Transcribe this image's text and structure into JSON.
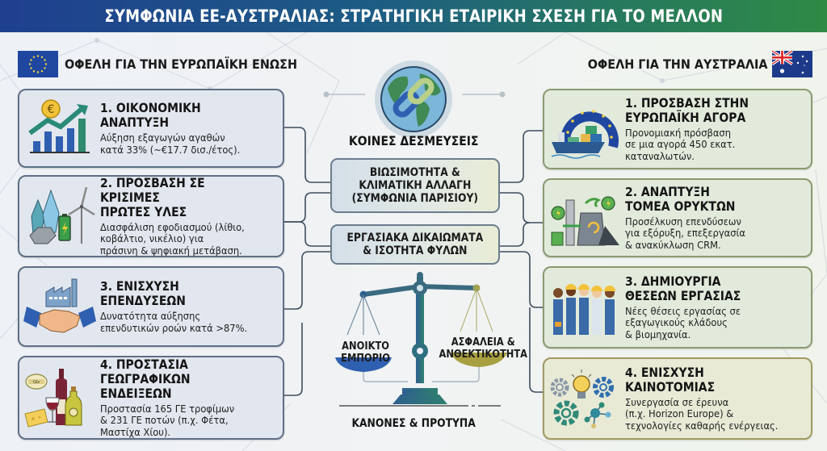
{
  "title": "ΣΥΜΦΩΝΙΑ ΕΕ-ΑΥΣΤΡΑΛΙΑΣ: ΣΤΡΑΤΗΓΙΚΗ ΕΤΑΙΡΙΚΗ ΣΧΕΣΗ ΓΙΑ ΤΟ ΜΕΛΛΟΝ",
  "colors": {
    "title_gradient_start": "#1f3f8f",
    "title_gradient_end": "#2f8a45",
    "eu_blue": "#1f47a0",
    "eu_card_bg": "#e2e7ef",
    "au_card_bg": "#e2eadc",
    "connector": "#3e4e5e"
  },
  "eu_side": {
    "heading": "ΟΦΕΛΗ ΓΙΑ ΤΗΝ ΕΥΡΩΠΑΪΚΗ ΕΝΩΣΗ",
    "flag_icon": "eu-flag-icon",
    "items": [
      {
        "icon": "euro-growth-chart-icon",
        "title": "1. ΟΙΚΟΝΟΜΙΚΗ ΑΝΑΠΤΥΞΗ",
        "description": "Αύξηση εξαγωγών αγαθών\nκατά 33% (~€17.7 δισ./έτος)."
      },
      {
        "icon": "crystals-wind-battery-icon",
        "title": "2. ΠΡΟΣΒΑΣΗ ΣΕ ΚΡΙΣΙΜΕΣ\n   ΠΡΩΤΕΣ ΥΛΕΣ",
        "description": "Διασφάλιση εφοδιασμού (λίθιο,\nκοβάλτιο, νικέλιο) για\nπράσινη & ψηφιακή μετάβαση."
      },
      {
        "icon": "factory-handshake-icon",
        "title": "3. ΕΝΙΣΧΥΣΗ ΕΠΕΝΔΥΣΕΩΝ",
        "description": "Δυνατότητα αύξησης\nεπενδυτικών ροών κατά >87%."
      },
      {
        "icon": "wine-cheese-oil-gi-icon",
        "title": "4. ΠΡΟΣΤΑΣΙΑ ΓΕΩΓΡΑΦΙΚΩΝ\n   ΕΝΔΕΙΞΕΩΝ",
        "description": "Προστασία 165 ΓΕ τροφίμων\n& 231 ΓΕ ποτών (π.χ. Φέτα,\nΜαστίχα Χίου).",
        "badge": "GIs"
      }
    ]
  },
  "au_side": {
    "heading": "ΟΦΕΛΗ ΓΙΑ ΤΗΝ ΑΥΣΤΡΑΛΙΑ",
    "flag_icon": "australia-flag-icon",
    "items": [
      {
        "icon": "cargo-ship-eu-arch-icon",
        "title": "1. ΠΡΟΣΒΑΣΗ ΣΤΗΝ\n   ΕΥΡΩΠΑΪΚΗ ΑΓΟΡΑ",
        "description": "Προνομιακή πρόσβαση\nσε μια αγορά 450 εκατ.\nκαταναλωτών."
      },
      {
        "icon": "green-industry-plant-icon",
        "title": "2. ΑΝΑΠΤΥΞΗ\n   ΤΟΜΕΑ ΟΡΥΚΤΩΝ",
        "description": "Προσέλκυση επενδύσεων\nγια εξόρυξη, επεξεργασία\n& ανακύκλωση CRM."
      },
      {
        "icon": "workers-group-icon",
        "title": "3. ΔΗΜΙΟΥΡΓΙΑ\n   ΘΕΣΕΩΝ ΕΡΓΑΣΙΑΣ",
        "description": "Νέες θέσεις εργασίας σε\nεξαγωγικούς κλάδους\n& βιομηχανία."
      },
      {
        "icon": "gears-lightbulb-molecule-icon",
        "title": "4. ΕΝΙΣΧΥΣΗ\n   ΚΑΙΝΟΤΟΜΙΑΣ",
        "description": "Συνεργασία σε έρευνα\n(π.χ. Horizon Europe) &\nτεχνολογίες καθαρής ενέργειας."
      }
    ]
  },
  "center": {
    "icon": "globe-chain-link-icon",
    "heading": "ΚΟΙΝΕΣ ΔΕΣΜΕΥΣΕΙΣ",
    "commitments": [
      "ΒΙΩΣΙΜΟΤΗΤΑ &\nΚΛΙΜΑΤΙΚΗ ΑΛΛΑΓΗ\n(ΣΥΜΦΩΝΙΑ ΠΑΡΙΣΙΟΥ)",
      "ΕΡΓΑΣΙΑΚΑ ΔΙΚΑΙΩΜΑΤΑ\n& ΙΣΟΤΗΤΑ ΦΥΛΩΝ"
    ],
    "scale": {
      "icon": "balance-scale-icon",
      "left_pan": "ΑΝΟΙΚΤΟ\nΕΜΠΟΡΙΟ",
      "right_pan": "ΑΣΦΑΛΕΙΑ &\nΑΝΘΕΚΤΙΚΟΤΗΤΑ",
      "base_label": "ΚΑΝΟΝΕΣ & ΠΡΟΤΥΠΑ"
    }
  }
}
